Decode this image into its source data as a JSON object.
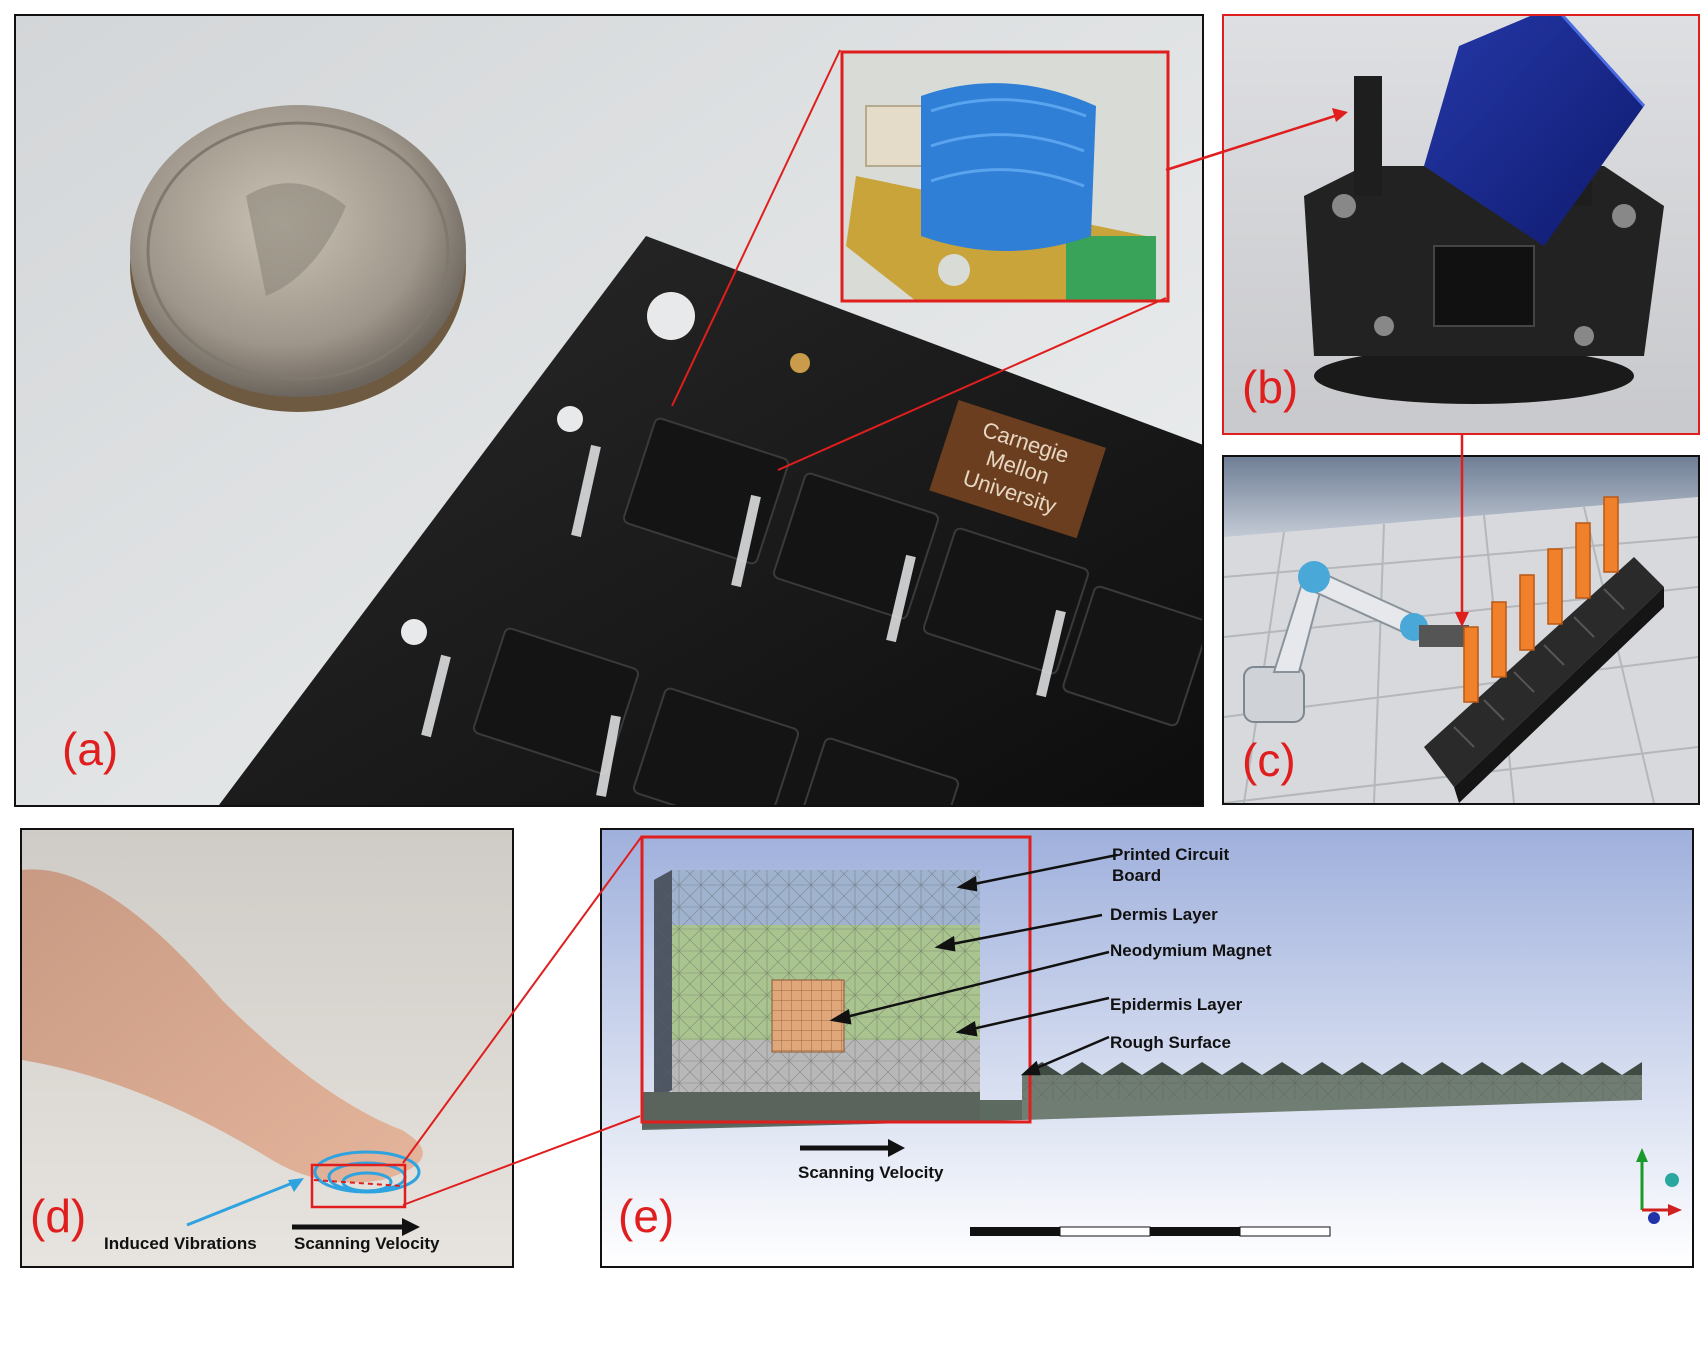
{
  "panels": {
    "a": {
      "label": "(a)",
      "logo_lines": [
        "Carnegie",
        "Mellon",
        "University"
      ]
    },
    "b": {
      "label": "(b)"
    },
    "c": {
      "label": "(c)"
    },
    "d": {
      "label": "(d)",
      "induced_vibrations": "Induced Vibrations",
      "scanning_velocity": "Scanning Velocity"
    },
    "e": {
      "label": "(e)",
      "pcb": "Printed Circuit Board",
      "dermis": "Dermis Layer",
      "magnet": "Neodymium Magnet",
      "epidermis": "Epidermis Layer",
      "rough": "Rough Surface",
      "scanning_velocity": "Scanning Velocity"
    }
  },
  "colors": {
    "highlight_red": "#e01e1e",
    "vibration_blue": "#2ea3e0",
    "sensor_blue": "#2f7fd6",
    "pcb_black": "#1c1c1c",
    "dermis_green": "#a9c48f",
    "epidermis_gray": "#b8b8b8",
    "magnet_tan": "#e0a77a",
    "block_orange": "#f0812a"
  }
}
